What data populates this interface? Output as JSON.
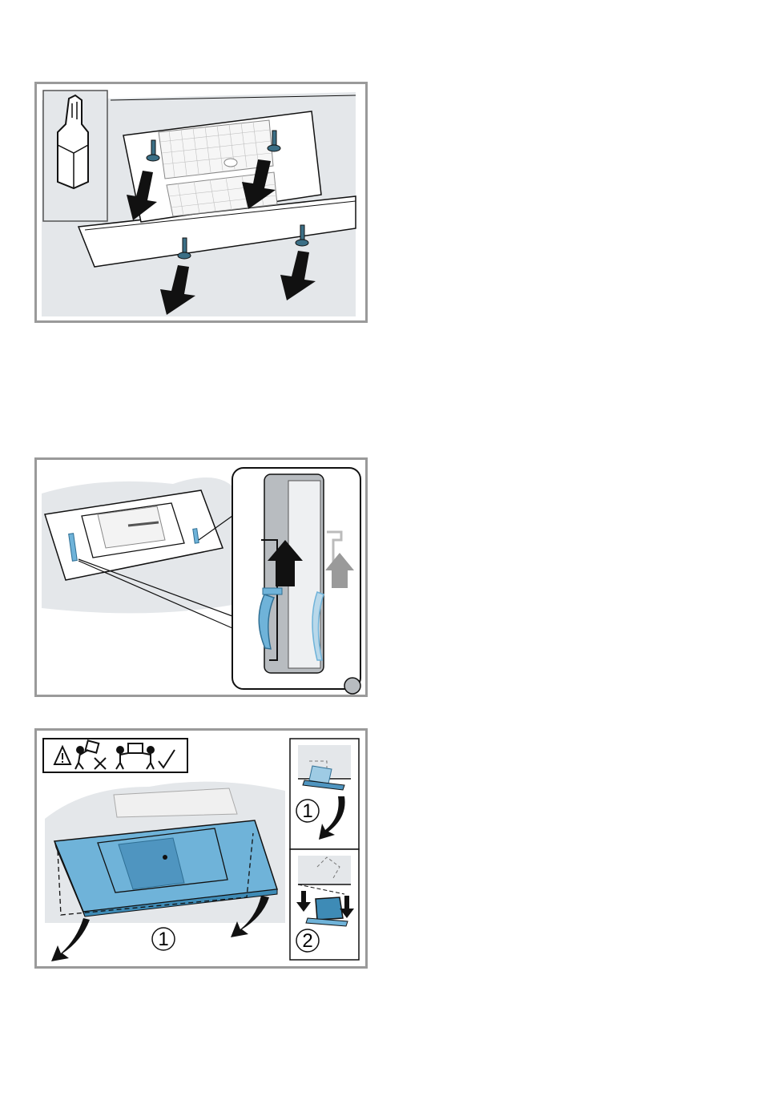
{
  "figures": [
    {
      "id": "remove-screws",
      "tool_icon": "torx-bit-icon",
      "arrow_count": 4
    },
    {
      "id": "release-clips",
      "clip_color": "#6fb3d9"
    },
    {
      "id": "lower-panel",
      "warning_icons": [
        "warning-triangle-icon",
        "person-carrying-icon",
        "cross-icon",
        "two-people-carrying-icon",
        "checkmark-icon"
      ],
      "main_step_label": "1",
      "step_panels": [
        {
          "label": "1"
        },
        {
          "label": "2"
        }
      ],
      "panel_color": "#6fb3d9"
    }
  ],
  "colors": {
    "frame_border": "#9a9a9a",
    "background_shade": "#e4e7ea",
    "accent_blue": "#6fb3d9"
  }
}
